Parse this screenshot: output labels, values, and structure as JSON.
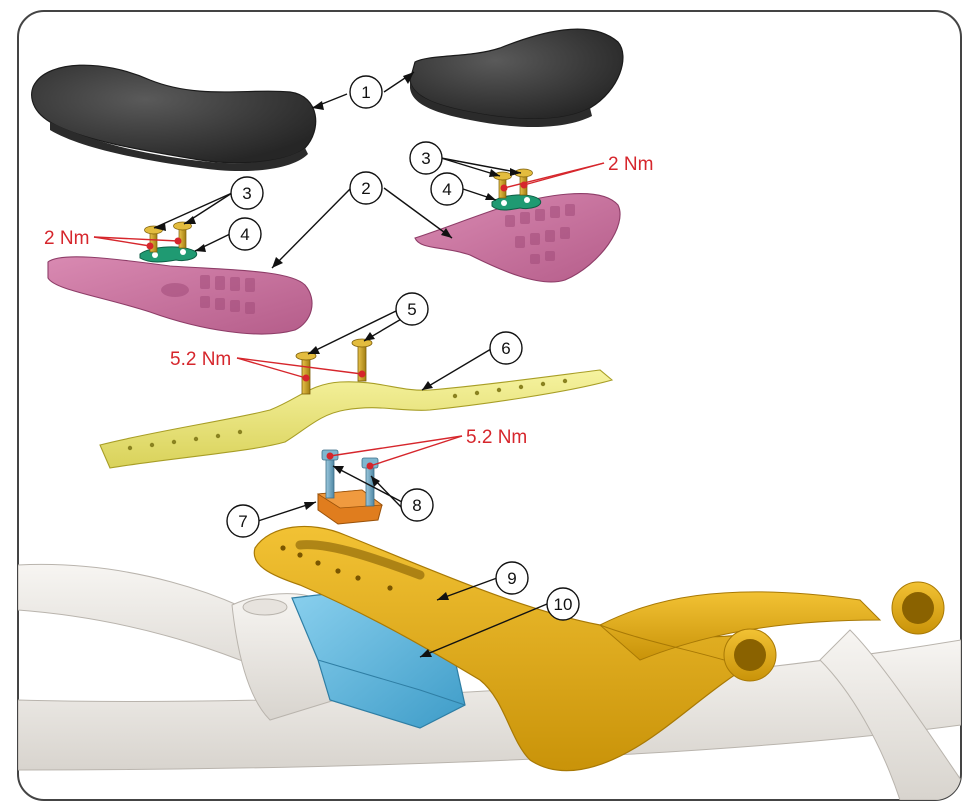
{
  "colors": {
    "frame": "#444444",
    "leader": "#111111",
    "torque": "#d6262c",
    "pad_foam": "#3c3c3c",
    "cup": "#c9739e",
    "bolt": "#c9a12a",
    "washer": "#1f9a72",
    "armrest_bracket": "#eee97a",
    "clamp_block": "#e07d1e",
    "steel_bolt": "#6aa7c6",
    "extension_base": "#e8b21c",
    "stem_adapter": "#5fb7dc",
    "bike_frame": "#e9e6e2"
  },
  "callouts": [
    {
      "id": "c1",
      "label": "1"
    },
    {
      "id": "c2",
      "label": "2"
    },
    {
      "id": "c3a",
      "label": "3"
    },
    {
      "id": "c3b",
      "label": "3"
    },
    {
      "id": "c4a",
      "label": "4"
    },
    {
      "id": "c4b",
      "label": "4"
    },
    {
      "id": "c5",
      "label": "5"
    },
    {
      "id": "c6",
      "label": "6"
    },
    {
      "id": "c7",
      "label": "7"
    },
    {
      "id": "c8",
      "label": "8"
    },
    {
      "id": "c9",
      "label": "9"
    },
    {
      "id": "c10",
      "label": "10"
    }
  ],
  "torques": [
    {
      "id": "t1",
      "text": "2 Nm"
    },
    {
      "id": "t2",
      "text": "2 Nm"
    },
    {
      "id": "t3",
      "text": "5.2 Nm"
    },
    {
      "id": "t4",
      "text": "5.2 Nm"
    }
  ]
}
